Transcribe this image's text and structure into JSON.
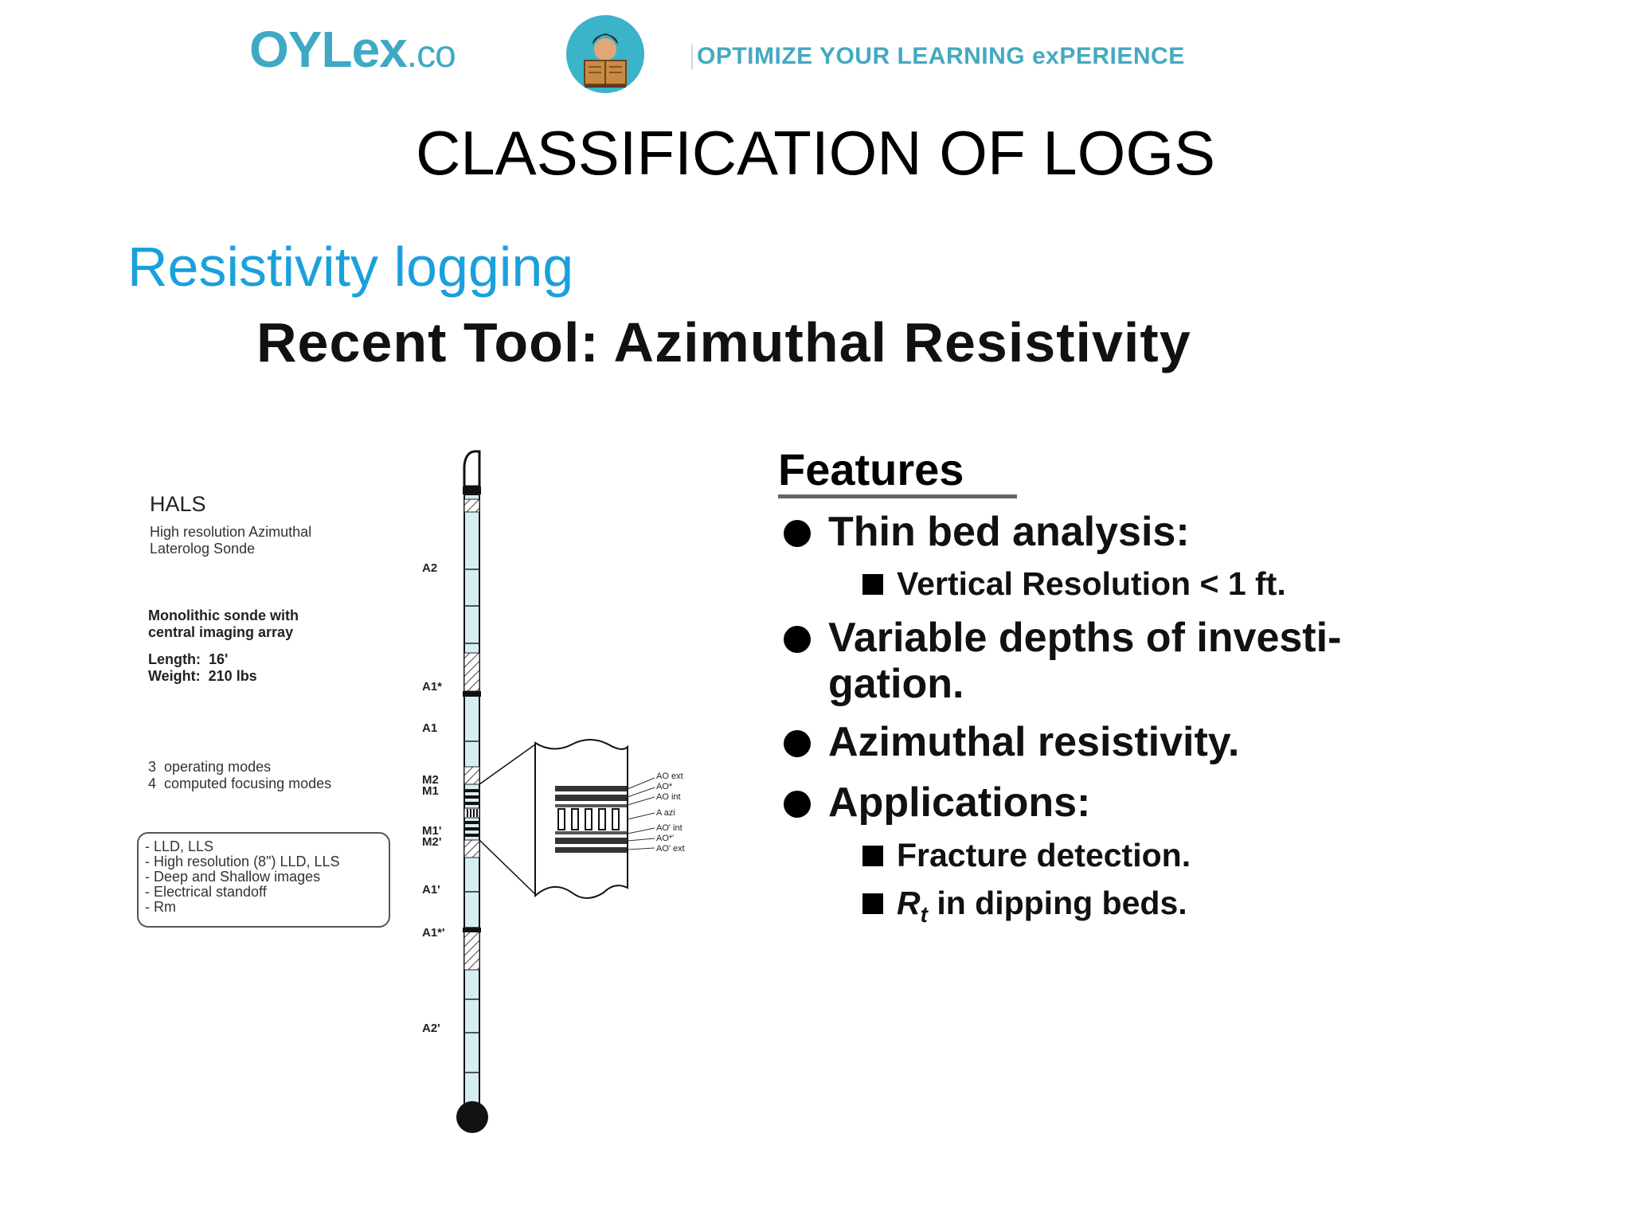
{
  "header": {
    "logo_main": "OYLex",
    "logo_suffix": ".co",
    "tagline": "OPTIMIZE YOUR LEARNING exPERIENCE",
    "badge_icon": "reader-with-book-icon"
  },
  "slide_title": "CLASSIFICATION OF LOGS",
  "section_title": "Resistivity logging",
  "tool_title": "Recent Tool: Azimuthal Resistivity",
  "tool_notes": {
    "name": "HALS",
    "description": "High resolution Azimuthal\nLaterolog Sonde",
    "construction": "Monolithic sonde with\ncentral imaging array",
    "dimensions": "Length:  16'\nWeight:  210 lbs",
    "modes": "3  operating modes\n4  computed focusing modes",
    "outputs": "- LLD, LLS\n- High resolution (8\") LLD, LLS\n- Deep and Shallow images\n- Electrical standoff\n- Rm"
  },
  "tool_labels": {
    "a2": "A2",
    "a1_star": "A1*",
    "a1": "A1",
    "m2": "M2",
    "m1": "M1",
    "m1p": "M1'",
    "m2p": "M2'",
    "a1p": "A1'",
    "a1pp": "A1*'",
    "a2p": "A2'"
  },
  "electrode_labels": {
    "ao_ext": "AO ext",
    "ao_star": "AO*",
    "ao_int": "AO int",
    "a_azi": "A azi",
    "aop_int": "AO' int",
    "aop_star": "AO*'",
    "aop_ext": "AO' ext"
  },
  "features": {
    "heading": "Features",
    "items": [
      {
        "text": "Thin bed analysis:",
        "sub": [
          "Vertical Resolution < 1 ft."
        ]
      },
      {
        "text_line1": "Variable depths of investi-",
        "text_line2": "gation."
      },
      {
        "text": "Azimuthal resistivity."
      },
      {
        "text": "Applications:",
        "sub": [
          "Fracture detection."
        ],
        "sub_rt_symbol": "R",
        "sub_rt_index": "t",
        "sub_rt_rest": " in dipping beds."
      }
    ]
  }
}
